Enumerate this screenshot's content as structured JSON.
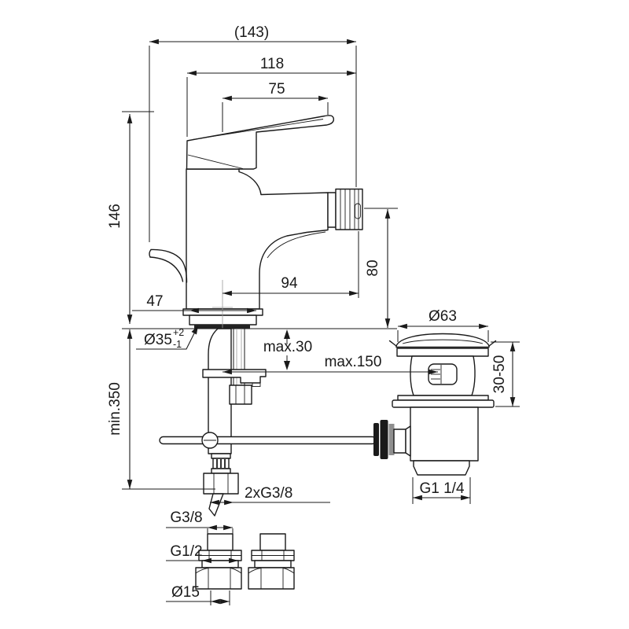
{
  "drawing": {
    "kind": "bidet-mixer-installation-drawing",
    "line_color": "#1a1a1a",
    "background_color": "#ffffff",
    "dims": {
      "overall_length": "(143)",
      "upper_length": "118",
      "handle_length": "75",
      "height": "146",
      "spout_reach": "94",
      "base_width": "47",
      "outlet_height": "80",
      "hole_dia": "Ø35",
      "hole_tol_plus": "+2",
      "hole_tol_minus": "-1",
      "deck_max": "max.30",
      "rod_reach": "max.150",
      "hose_min": "min.350",
      "waste_cap_dia": "Ø63",
      "waste_height_range": "30-50",
      "waste_thread": "G1 1/4",
      "hose_thread": "2xG3/8",
      "adapter_thread_top": "G3/8",
      "adapter_thread_mid": "G1/2",
      "adapter_pipe_dia": "Ø15"
    }
  }
}
